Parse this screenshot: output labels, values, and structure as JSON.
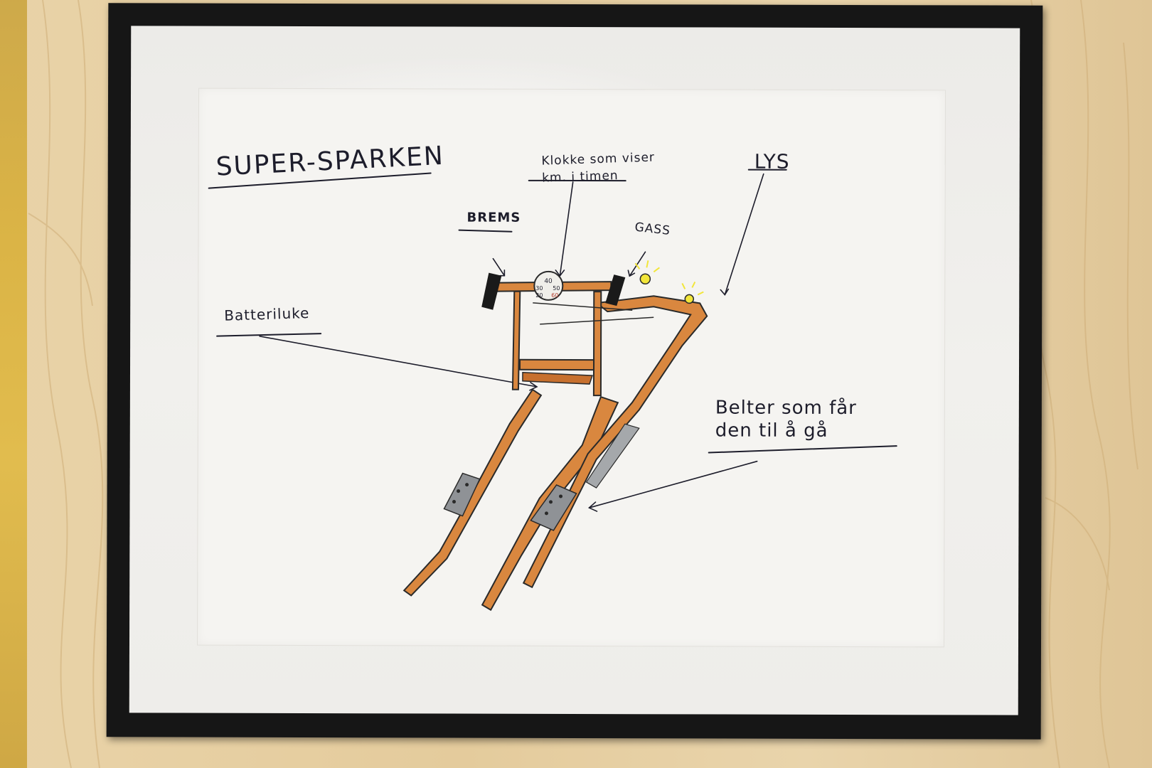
{
  "drawing": {
    "title": "SUPER-SPARKEN",
    "labels": {
      "clock_line1": "Klokke som viser",
      "clock_line2": "km. i timen",
      "lights": "LYS",
      "brake": "BREMS",
      "throttle": "GASS",
      "battery_hatch": "Batteriluke",
      "tracks_line1": "Belter som får",
      "tracks_line2": "den til å gå"
    },
    "speedometer_numbers": [
      "40",
      "30",
      "50",
      "20",
      "60"
    ]
  },
  "colors": {
    "sled_orange": "#d9873f",
    "track_gray": "#8f9296",
    "light_yellow": "#f2e63a",
    "ink": "#1d1d2b",
    "frame": "#161616",
    "wall": "#e6cda1"
  }
}
